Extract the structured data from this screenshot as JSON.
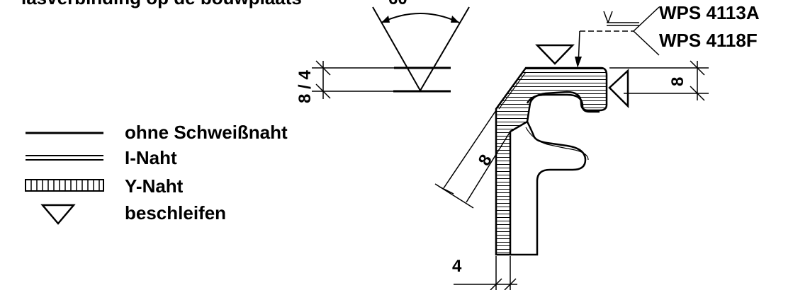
{
  "title_partial": "lasverbinding op de bouwplaats",
  "angle_label_partial": "60",
  "wps_labels": [
    "WPS 4113A",
    "WPS 4118F"
  ],
  "dimensions": {
    "groove_depth": "8 / 4",
    "flange_right": "8",
    "diagonal": "8",
    "bottom_gap": "4"
  },
  "legend": [
    {
      "symbol": "solid-line",
      "label": "ohne Schweißnaht"
    },
    {
      "symbol": "double-line",
      "label": "I-Naht"
    },
    {
      "symbol": "hatched-bar",
      "label": "Y-Naht"
    },
    {
      "symbol": "triangle-down",
      "label": "beschleifen"
    }
  ],
  "colors": {
    "ink": "#000000",
    "paper": "#ffffff"
  }
}
